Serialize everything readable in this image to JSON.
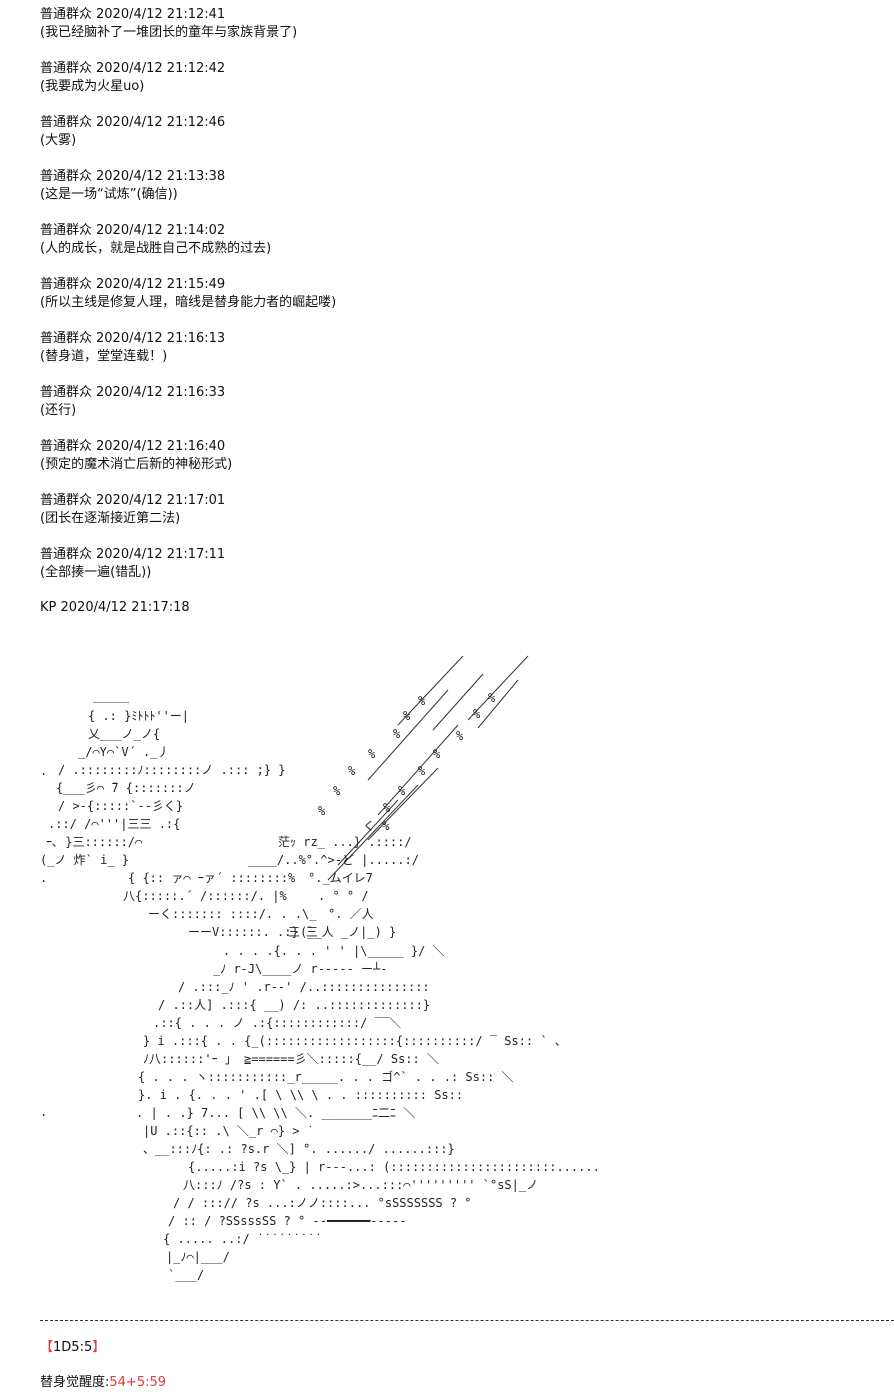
{
  "messages": [
    {
      "sender": "普通群众",
      "time": "2020/4/12 21:12:41",
      "text": "(我已经脑补了一堆团长的童年与家族背景了)"
    },
    {
      "sender": "普通群众",
      "time": "2020/4/12 21:12:42",
      "text": "(我要成为火星uo)"
    },
    {
      "sender": "普通群众",
      "time": "2020/4/12 21:12:46",
      "text": "(大雾)"
    },
    {
      "sender": "普通群众",
      "time": "2020/4/12 21:13:38",
      "text": "(这是一场“试炼”(确信))"
    },
    {
      "sender": "普通群众",
      "time": "2020/4/12 21:14:02",
      "text": "(人的成长，就是战胜自己不成熟的过去)"
    },
    {
      "sender": "普通群众",
      "time": "2020/4/12 21:15:49",
      "text": "(所以主线是修复人理，暗线是替身能力者的崛起喽)"
    },
    {
      "sender": "普通群众",
      "time": "2020/4/12 21:16:13",
      "text": "(替身道，堂堂连载！)"
    },
    {
      "sender": "普通群众",
      "time": "2020/4/12 21:16:33",
      "text": "(还行)"
    },
    {
      "sender": "普通群众",
      "time": "2020/4/12 21:16:40",
      "text": "(预定的魔术消亡后新的神秘形式)"
    },
    {
      "sender": "普通群众",
      "time": "2020/4/12 21:17:01",
      "text": "(团长在逐渐接近第二法)"
    },
    {
      "sender": "普通群众",
      "time": "2020/4/12 21:17:11",
      "text": "(全部揍一遍(错乱))"
    }
  ],
  "kp": {
    "sender": "KP",
    "time": "2020/4/12 21:17:18"
  },
  "dice": {
    "open": "【",
    "expr": "1D5",
    "sep": ":",
    "result": "5",
    "close": "】"
  },
  "stat": {
    "label": "替身觉醒度:",
    "value": "54+5:59"
  },
  "colors": {
    "highlight": "#e53935",
    "text": "#111111",
    "background": "#ffffff"
  }
}
